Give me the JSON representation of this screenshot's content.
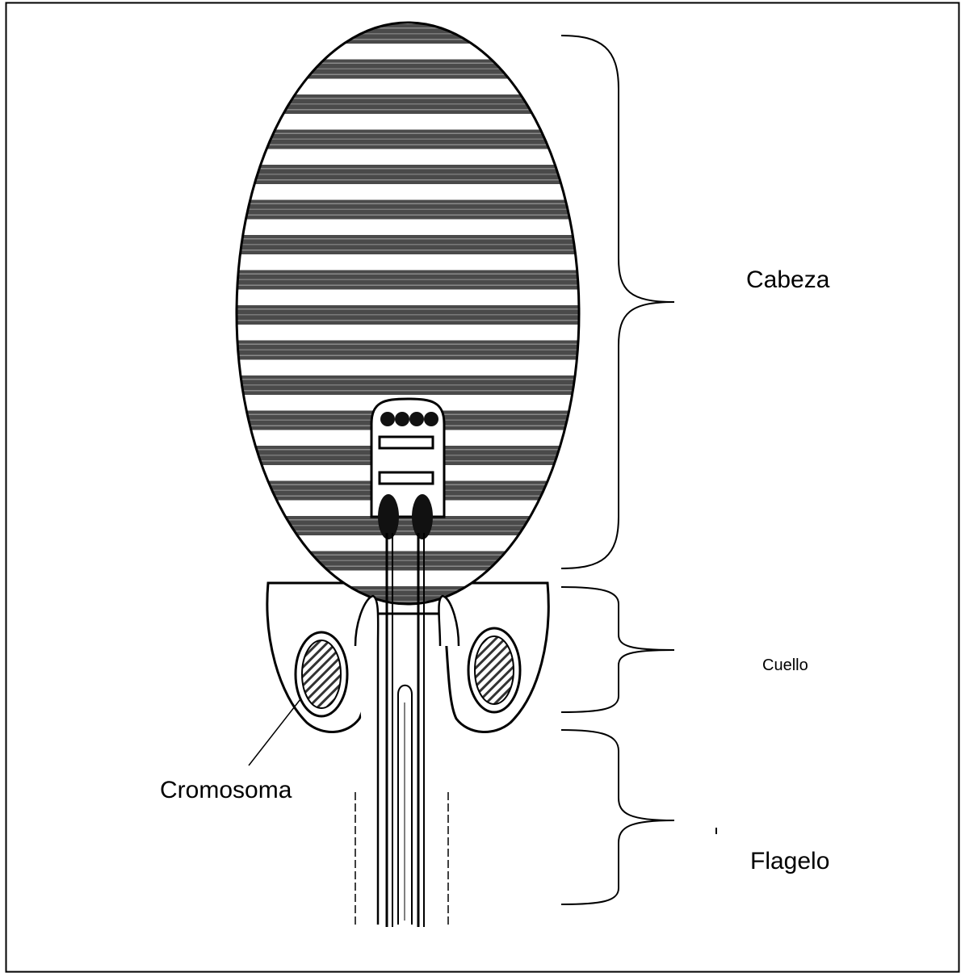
{
  "labels": {
    "head": "Cabeza",
    "neck": "Cuello",
    "flagellum": "Flagelo",
    "chromosome": "Cromosoma"
  },
  "colors": {
    "ink": "#000000",
    "stripe": "#4a4a4a",
    "background": "#ffffff"
  }
}
